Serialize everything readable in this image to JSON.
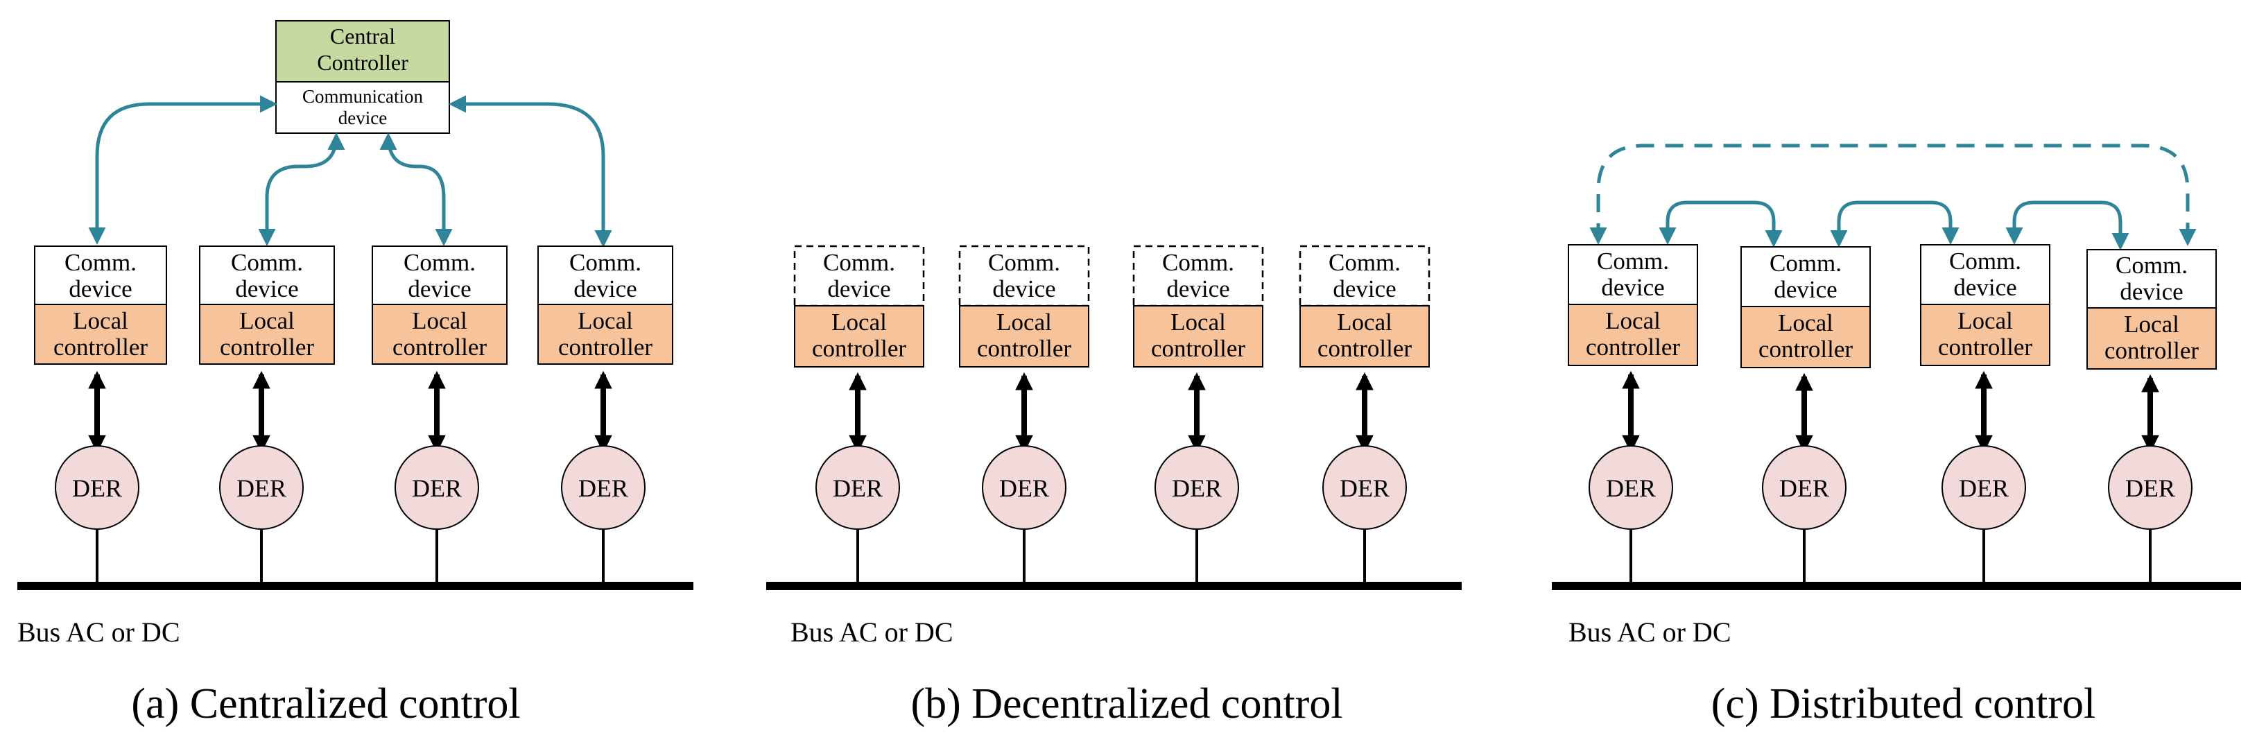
{
  "central": {
    "title_line1": "Central",
    "title_line2": "Controller",
    "comm_line1": "Communication",
    "comm_line2": "device"
  },
  "unit": {
    "comm_line1": "Comm.",
    "comm_line2": "device",
    "local_line1": "Local",
    "local_line2": "controller",
    "der": "DER"
  },
  "bus_label": "Bus AC or DC",
  "captions": {
    "a": "(a) Centralized control",
    "b": "(b) Decentralized control",
    "c": "(c) Distributed control"
  },
  "colors": {
    "central_fill": "#c5d9a0",
    "local_fill": "#f7c39a",
    "der_fill": "#f2dada",
    "link": "#2e8599",
    "bus": "#000000"
  }
}
